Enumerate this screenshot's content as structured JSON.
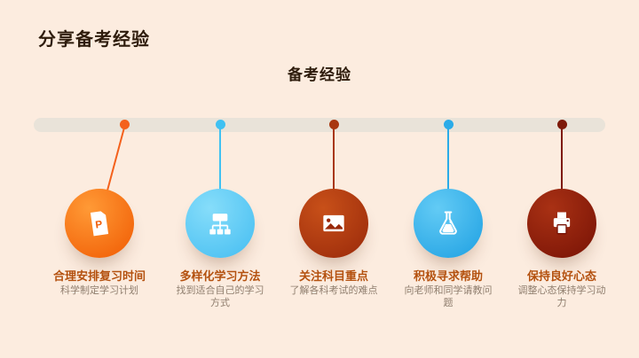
{
  "page": {
    "title": "分享备考经验",
    "subtitle": "备考经验",
    "background_color": "#fcecdf",
    "heading_color": "#2e1c0c",
    "bar_color": "#e9e3d9",
    "item_title_color": "#b4510f",
    "item_desc_color": "#8f7e6e"
  },
  "items": [
    {
      "title": "合理安排复习时间",
      "description": "科学制定学习计划",
      "icon": "document-p-icon",
      "accent": "#f4611c",
      "circle_from": "#ff9a36",
      "circle_to": "#f05a02"
    },
    {
      "title": "多样化学习方法",
      "description": "找到适合自己的学习方式",
      "icon": "sitemap-icon",
      "accent": "#3fc1f2",
      "circle_from": "#86ddfa",
      "circle_to": "#44bdf1"
    },
    {
      "title": "关注科目重点",
      "description": "了解各科考试的难点",
      "icon": "image-icon",
      "accent": "#a83710",
      "circle_from": "#c85019",
      "circle_to": "#99290a"
    },
    {
      "title": "积极寻求帮助",
      "description": "向老师和同学请教问题",
      "icon": "flask-icon",
      "accent": "#2aabe8",
      "circle_from": "#63cbf5",
      "circle_to": "#1ea0e2"
    },
    {
      "title": "保持良好心态",
      "description": "调整心态保持学习动力",
      "icon": "printer-icon",
      "accent": "#7e1a0a",
      "circle_from": "#a93114",
      "circle_to": "#771205"
    }
  ]
}
